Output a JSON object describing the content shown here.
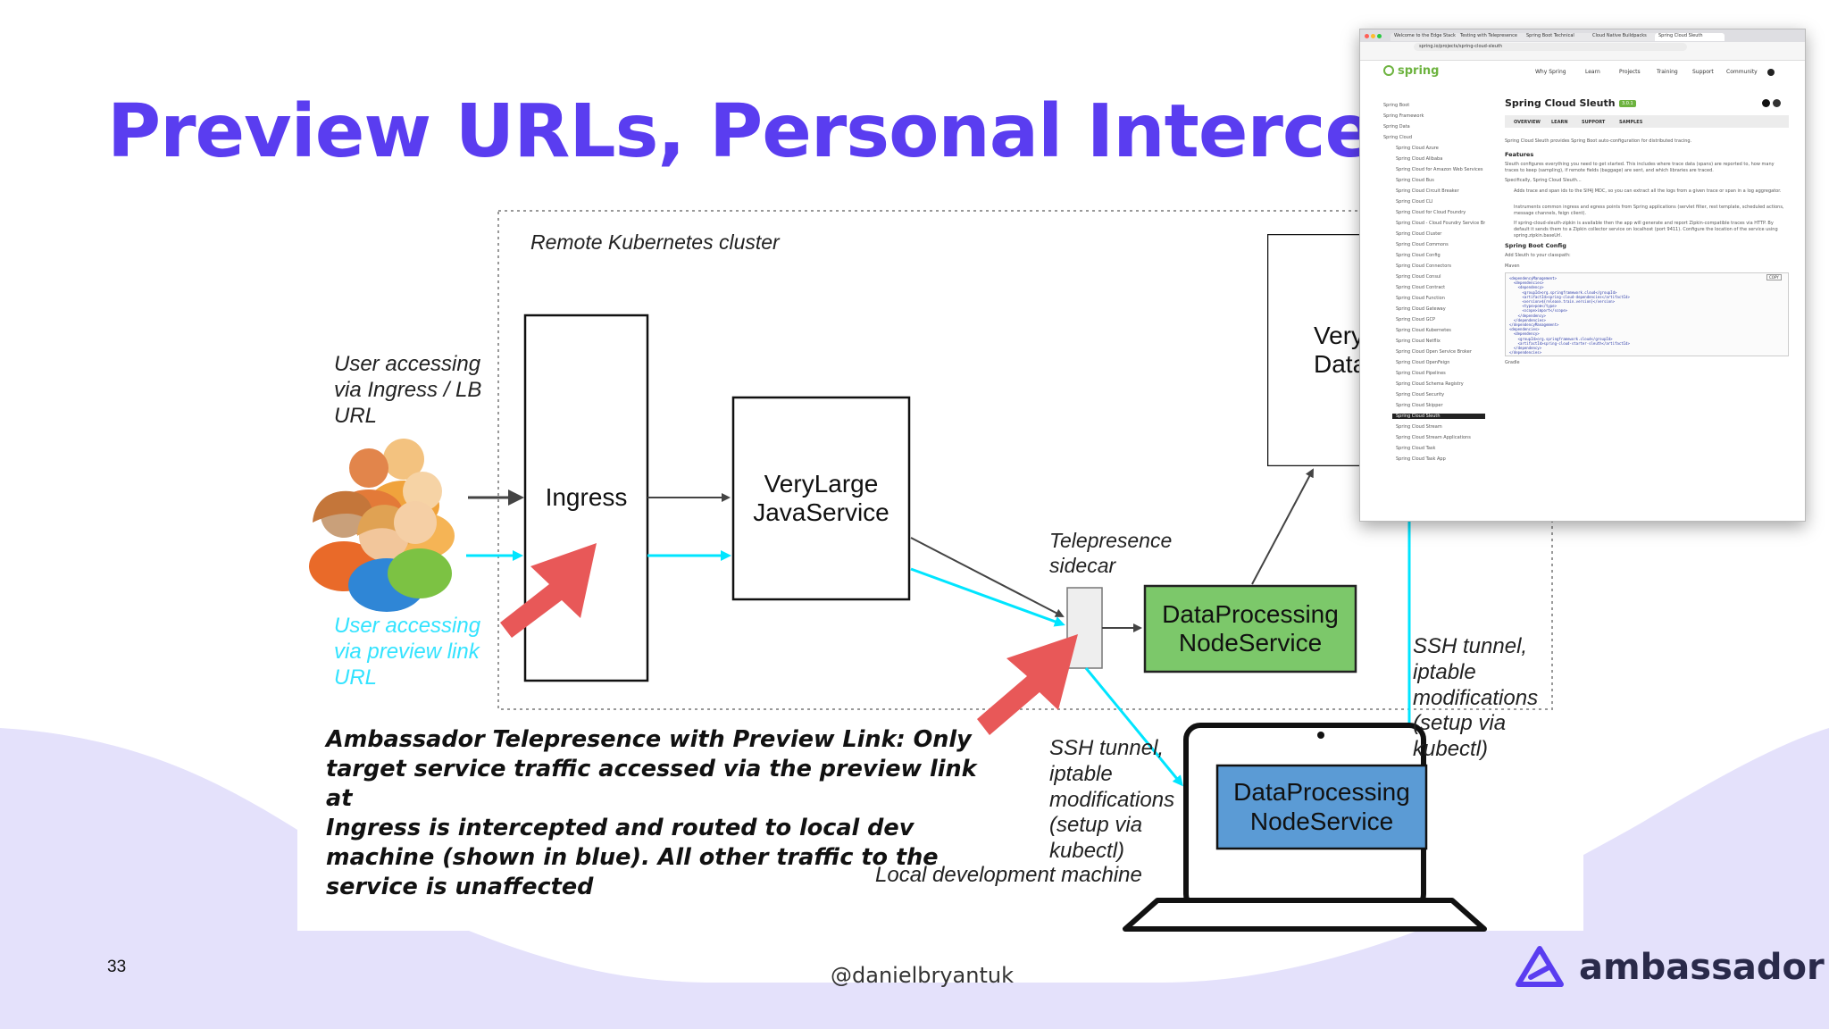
{
  "slide": {
    "title": "Preview URLs, Personal Intercepts",
    "number": "33",
    "handle": "@danielbryantuk",
    "brand": "ambassador",
    "colors": {
      "title": "#5a3df0",
      "cyan": "#00e5ff",
      "green": "#7cc86a",
      "blue": "#5b9bd5",
      "red_arrow": "#e85858",
      "wave": "#e4e1fb"
    }
  },
  "diagram": {
    "cluster_label": "Remote Kubernetes cluster",
    "user_ingress_label": "User accessing via Ingress / LB URL",
    "user_ingress_lines": [
      "User accessing",
      "via Ingress / LB",
      "URL"
    ],
    "user_preview_lines": [
      "User accessing",
      "via preview link",
      "URL"
    ],
    "ingress": "Ingress",
    "very_large_lines": [
      "VeryLarge",
      "JavaService"
    ],
    "very_data_lines": [
      "Very",
      "Data"
    ],
    "telepresence_lines": [
      "Telepresence",
      "sidecar"
    ],
    "dp_remote_lines": [
      "DataProcessing",
      "NodeService"
    ],
    "ssh_remote_lines": [
      "SSH tunnel,",
      "iptable",
      "modifications",
      "(setup via",
      "kubectl)"
    ],
    "ssh_local_lines": [
      "SSH tunnel,",
      "iptable",
      "modifications",
      "(setup via",
      "kubectl)"
    ],
    "dp_local_lines": [
      "DataProcessing",
      "NodeService"
    ],
    "local_machine": "Local development machine",
    "caption_lines": [
      "Ambassador Telepresence with Preview Link: Only",
      "target service traffic accessed via the preview link at",
      "Ingress is intercepted and routed to local dev",
      "machine (shown in blue). All other traffic to the",
      "service is unaffected"
    ]
  },
  "screenshot": {
    "tabs": [
      "Welcome to the Edge Stack",
      "Testing with Telepresence",
      "Spring Boot Technical",
      "Cloud Native Buildpacks",
      "Spring Cloud Sleuth"
    ],
    "url": "spring.io/projects/spring-cloud-sleuth",
    "logo": "spring",
    "nav": [
      "Why Spring",
      "Learn",
      "Projects",
      "Training",
      "Support",
      "Community"
    ],
    "heading": "Spring Cloud Sleuth",
    "version": "3.0.1",
    "page_tabs": [
      "OVERVIEW",
      "LEARN",
      "SUPPORT",
      "SAMPLES"
    ],
    "intro": "Spring Cloud Sleuth provides Spring Boot auto-configuration for distributed tracing.",
    "features_heading": "Features",
    "features_text": "Sleuth configures everything you need to get started. This includes where trace data (spans) are reported to, how many traces to keep (sampling), if remote fields (baggage) are sent, and which libraries are traced.",
    "specifically": "Specifically, Spring Cloud Sleuth...",
    "bullets": [
      "Adds trace and span ids to the Slf4J MDC, so you can extract all the logs from a given trace or span in a log aggregator.",
      "Instruments common ingress and egress points from Spring applications (servlet filter, rest template, scheduled actions, message channels, feign client).",
      "If spring-cloud-sleuth-zipkin is available then the app will generate and report Zipkin-compatible traces via HTTP. By default it sends them to a Zipkin collector service on localhost (port 9411). Configure the location of the service using spring.zipkin.baseUrl."
    ],
    "config_heading": "Spring Boot Config",
    "config_sub": "Add Sleuth to your classpath:",
    "maven_label": "Maven",
    "code_lines": [
      "<dependencyManagement>",
      "  <dependencies>",
      "    <dependency>",
      "      <groupId>org.springframework.cloud</groupId>",
      "      <artifactId>spring-cloud-dependencies</artifactId>",
      "      <version>${release.train.version}</version>",
      "      <type>pom</type>",
      "      <scope>import</scope>",
      "    </dependency>",
      "  </dependencies>",
      "</dependencyManagement>",
      "<dependencies>",
      "  <dependency>",
      "    <groupId>org.springframework.cloud</groupId>",
      "    <artifactId>spring-cloud-starter-sleuth</artifactId>",
      "  </dependency>",
      "</dependencies>"
    ],
    "copy_label": "COPY",
    "gradle_label": "Gradle",
    "sidebar_top": [
      "Spring Boot",
      "Spring Framework",
      "Spring Data",
      "Spring Cloud"
    ],
    "sidebar_items": [
      "Spring Cloud Azure",
      "Spring Cloud Alibaba",
      "Spring Cloud for Amazon Web Services",
      "Spring Cloud Bus",
      "Spring Cloud Circuit Breaker",
      "Spring Cloud CLI",
      "Spring Cloud for Cloud Foundry",
      "Spring Cloud - Cloud Foundry Service Broker",
      "Spring Cloud Cluster",
      "Spring Cloud Commons",
      "Spring Cloud Config",
      "Spring Cloud Connectors",
      "Spring Cloud Consul",
      "Spring Cloud Contract",
      "Spring Cloud Function",
      "Spring Cloud Gateway",
      "Spring Cloud GCP",
      "Spring Cloud Kubernetes",
      "Spring Cloud Netflix",
      "Spring Cloud Open Service Broker",
      "Spring Cloud OpenFeign",
      "Spring Cloud Pipelines",
      "Spring Cloud Schema Registry",
      "Spring Cloud Security",
      "Spring Cloud Skipper",
      "Spring Cloud Sleuth",
      "Spring Cloud Stream",
      "Spring Cloud Stream Applications",
      "Spring Cloud Task",
      "Spring Cloud Task App"
    ]
  }
}
